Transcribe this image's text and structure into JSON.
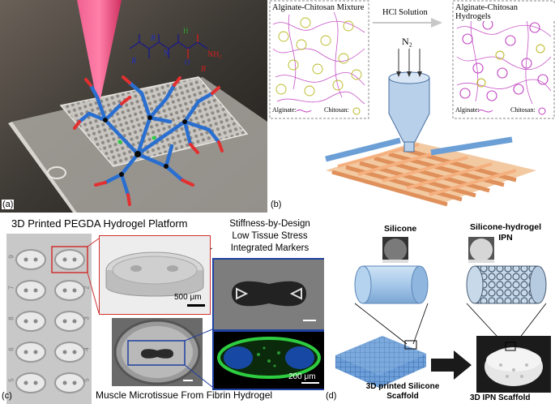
{
  "panels": {
    "a": {
      "label": "(a)",
      "chemistry": {
        "r1": "R",
        "r2": "R",
        "r3": "R",
        "h1": "H",
        "h2": "H",
        "nh2": "NH₂",
        "o": "O",
        "n": "N"
      }
    },
    "b": {
      "label": "(b)",
      "mixture_title": "Alginate-Chitosan Mixture",
      "arrow_label": "HCl Solution",
      "hydrogel_title": "Alginate-Chitosan Hydrogels",
      "gas_label": "N₂",
      "legend_alginate": "Alginate:",
      "legend_chitosan": "Chitosan:"
    },
    "c": {
      "label": "(c)",
      "title": "3D Printed PEGDA Hydrogel Platform",
      "features": [
        "Stiffness-by-Design",
        "Low Tissue Stress",
        "Integrated Markers"
      ],
      "scalebar_zoom": "500 μm",
      "scalebar_fluor": "200 μm",
      "caption": "Muscle Microtissue From Fibrin Hydrogel",
      "well_numbers": [
        "9",
        "10",
        "7",
        "2",
        "8",
        "3",
        "6",
        "4",
        "5",
        "5"
      ]
    },
    "d": {
      "label": "(d)",
      "silicone_title": "Silicone",
      "ipn_title": "Silicone-hydrogel IPN",
      "scaffold_left": "3D printed Silicone Scaffold",
      "scaffold_right": "3D IPN Scaffold"
    }
  },
  "colors": {
    "pipette": "#e8467a",
    "molecule_blue": "#2a6fd0",
    "molecule_red": "#e23030",
    "alginate": "#c040c0",
    "chitosan": "#b8b820",
    "fluor_green": "#2ecc40",
    "frame_blue": "#2040a0",
    "frame_red": "#d03030"
  }
}
